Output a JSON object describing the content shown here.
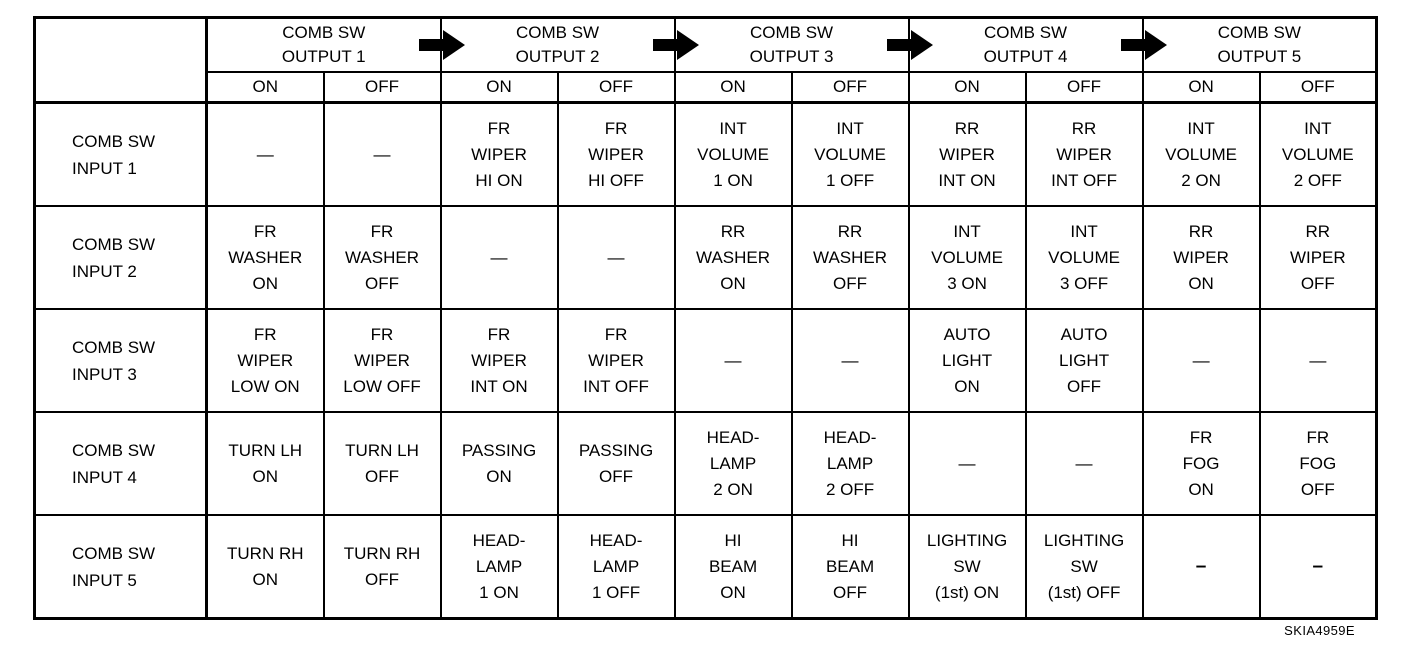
{
  "figure_code": "SKIA4959E",
  "table": {
    "corner_label": "",
    "output_groups": [
      {
        "label": "COMB SW\nOUTPUT 1",
        "arrow_before_icon": null
      },
      {
        "label": "COMB SW\nOUTPUT 2",
        "arrow_before_icon": "right-arrow"
      },
      {
        "label": "COMB SW\nOUTPUT 3",
        "arrow_before_icon": "right-arrow"
      },
      {
        "label": "COMB SW\nOUTPUT 4",
        "arrow_before_icon": "right-arrow"
      },
      {
        "label": "COMB SW\nOUTPUT 5",
        "arrow_before_icon": "right-arrow"
      }
    ],
    "state_headers": [
      "ON",
      "OFF",
      "ON",
      "OFF",
      "ON",
      "OFF",
      "ON",
      "OFF",
      "ON",
      "OFF"
    ],
    "rows": [
      {
        "label": "COMB SW\nINPUT 1",
        "cells": [
          "—",
          "—",
          "FR\nWIPER\nHI ON",
          "FR\nWIPER\nHI OFF",
          "INT\nVOLUME\n1 ON",
          "INT\nVOLUME\n1 OFF",
          "RR\nWIPER\nINT ON",
          "RR\nWIPER\nINT OFF",
          "INT\nVOLUME\n2 ON",
          "INT\nVOLUME\n2 OFF"
        ]
      },
      {
        "label": "COMB SW\nINPUT 2",
        "cells": [
          "FR\nWASHER\nON",
          "FR\nWASHER\nOFF",
          "—",
          "—",
          "RR\nWASHER\nON",
          "RR\nWASHER\nOFF",
          "INT\nVOLUME\n3 ON",
          "INT\nVOLUME\n3 OFF",
          "RR\nWIPER\nON",
          "RR\nWIPER\nOFF"
        ]
      },
      {
        "label": "COMB SW\nINPUT 3",
        "cells": [
          "FR\nWIPER\nLOW ON",
          "FR\nWIPER\nLOW OFF",
          "FR\nWIPER\nINT ON",
          "FR\nWIPER\nINT OFF",
          "—",
          "—",
          "AUTO\nLIGHT\nON",
          "AUTO\nLIGHT\nOFF",
          "—",
          "—"
        ]
      },
      {
        "label": "COMB SW\nINPUT 4",
        "cells": [
          "TURN LH\nON",
          "TURN LH\nOFF",
          "PASSING\nON",
          "PASSING\nOFF",
          "HEAD-\nLAMP\n2 ON",
          "HEAD-\nLAMP\n2 OFF",
          "—",
          "—",
          "FR\nFOG\nON",
          "FR\nFOG\nOFF"
        ]
      },
      {
        "label": "COMB SW\nINPUT 5",
        "cells": [
          "TURN RH\nON",
          "TURN RH\nOFF",
          "HEAD-\nLAMP\n1 ON",
          "HEAD-\nLAMP\n1 OFF",
          "HI\nBEAM\nON",
          "HI\nBEAM\nOFF",
          "LIGHTING\nSW\n(1st) ON",
          "LIGHTING\nSW\n(1st) OFF",
          "–",
          "–"
        ]
      }
    ]
  }
}
